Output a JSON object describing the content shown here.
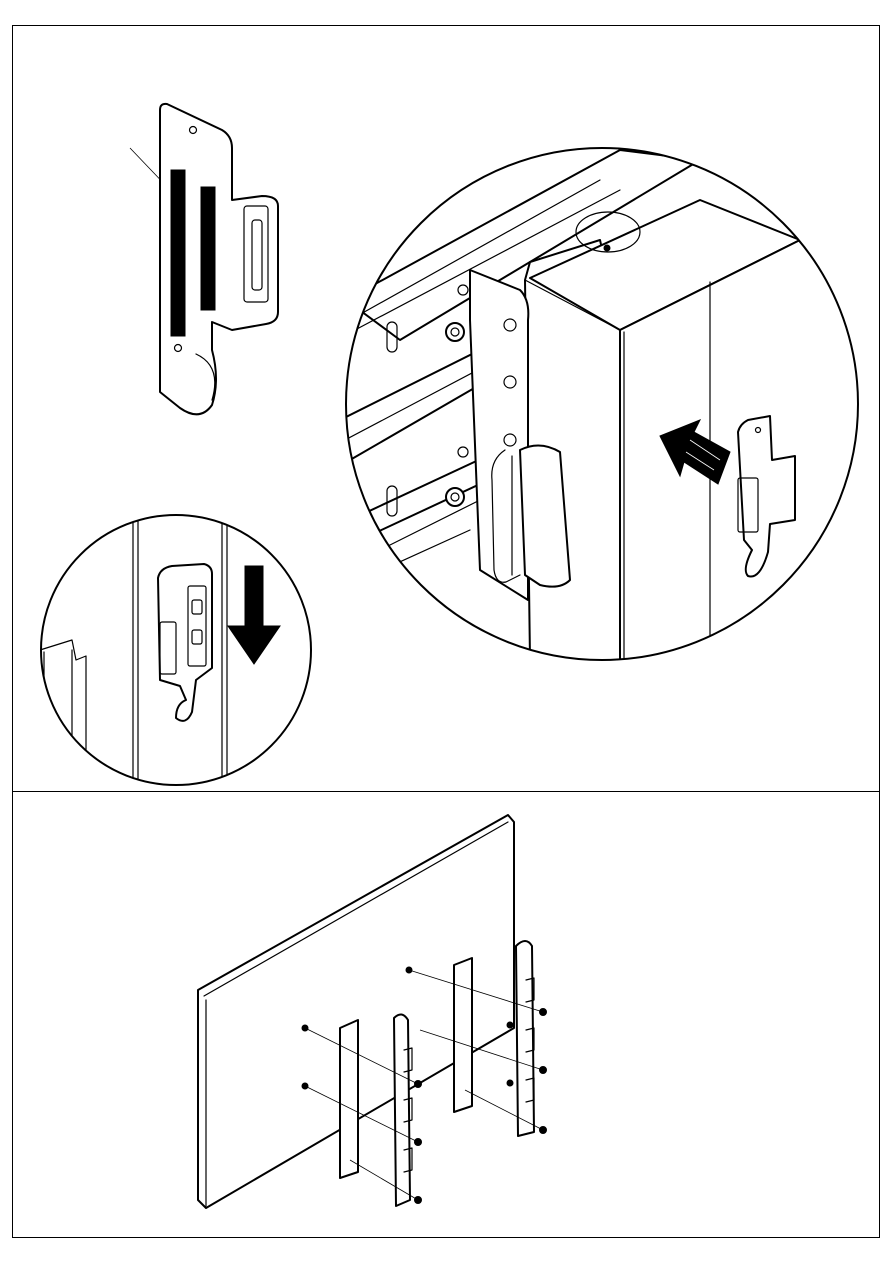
{
  "figure": {
    "panels": [
      {
        "id": "top",
        "content": [
          "bracket-detail",
          "installation-circle",
          "slide-down-circle"
        ]
      },
      {
        "id": "bottom",
        "content": [
          "tv-back-panel",
          "mounting-brackets",
          "screws"
        ]
      }
    ],
    "arrows": [
      {
        "name": "insert-arrow",
        "direction": "up-left",
        "color": "#000000"
      },
      {
        "name": "slide-down-arrow",
        "direction": "down",
        "color": "#000000"
      }
    ],
    "line_color": "#000000",
    "background": "#ffffff"
  }
}
